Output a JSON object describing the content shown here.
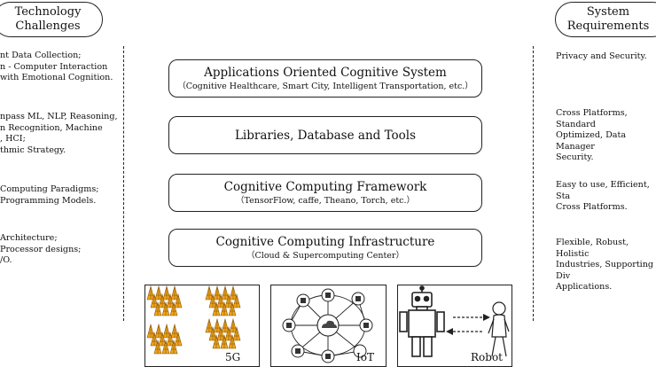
{
  "left_header": {
    "line1": "Technology",
    "line2": "Challenges"
  },
  "right_header": {
    "line1": "System",
    "line2": "Requirements"
  },
  "left_items": [
    "nt Data Collection;\nn - Computer Interaction\nwith Emotional Cognition.",
    "npass ML, NLP, Reasoning,\nn Recognition, Machine\n,  HCI;\nthmic Strategy.",
    "Computing Paradigms;\nProgramming Models.",
    "Architecture;\nProcessor designs;\n/O."
  ],
  "right_items": [
    "Privacy and Security.",
    "Cross Platforms, Standard\nOptimized, Data Manager\nSecurity.",
    "Easy to use, Efficient, Sta\nCross Platforms.",
    "Flexible, Robust, Holistic\nIndustries, Supporting Div\nApplications."
  ],
  "layers": [
    {
      "title": "Applications Oriented Cognitive System",
      "subtitle": "（Cognitive Healthcare,  Smart City, Intelligent Transportation, etc.）"
    },
    {
      "title": "Libraries, Database and Tools",
      "subtitle": ""
    },
    {
      "title": "Cognitive Computing Framework",
      "subtitle": "（TensorFlow, caffe, Theano, Torch, etc.）"
    },
    {
      "title": "Cognitive Computing Infrastructure",
      "subtitle": "（Cloud & Supercomputing Center）"
    }
  ],
  "panels": {
    "5g_label": "5G",
    "iot_label": "IoT",
    "robot_label": "Robot"
  },
  "colors": {
    "tower": "#f2a418",
    "tower_dark": "#8a5a10",
    "line": "#222222"
  }
}
